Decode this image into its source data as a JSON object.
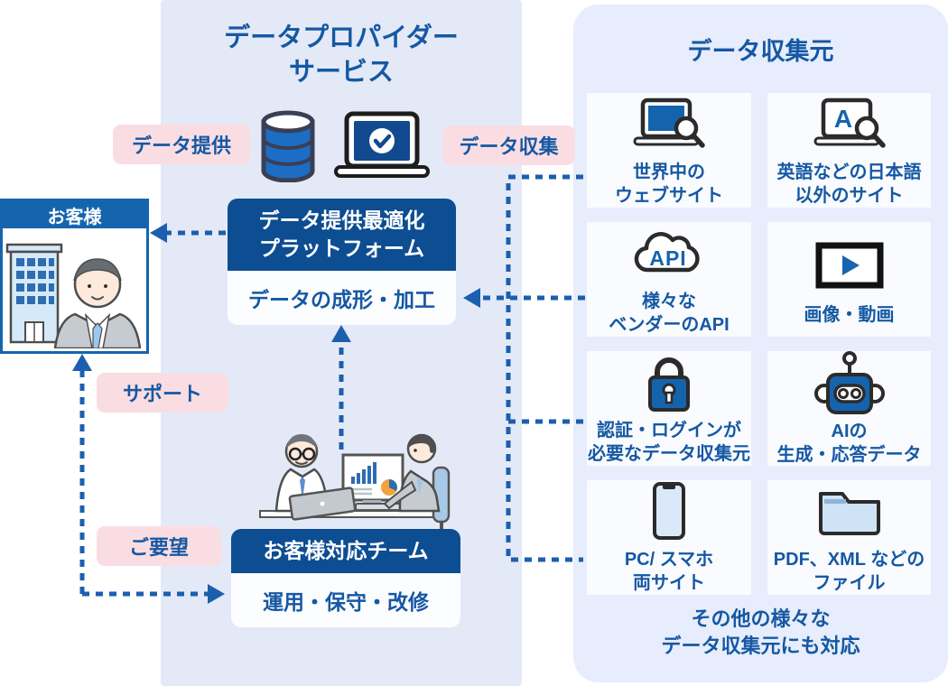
{
  "customer": {
    "title": "お客様"
  },
  "provider": {
    "title_line1": "データプロパイダー",
    "title_line2": "サービス",
    "label_provide": "データ提供",
    "label_collect": "データ収集",
    "label_support": "サポート",
    "label_request": "ご要望",
    "platform_header_line1": "データ提供最適化",
    "platform_header_line2": "プラットフォーム",
    "platform_body": "データの成形・加工",
    "team_header": "お客様対応チーム",
    "team_body": "運用・保守・改修"
  },
  "sources": {
    "title": "データ収集元",
    "tiles": [
      {
        "icon": "global-website-search-icon",
        "line1": "世界中の",
        "line2": "ウェブサイト"
      },
      {
        "icon": "foreign-language-site-icon",
        "line1": "英語などの日本語",
        "line2": "以外のサイト"
      },
      {
        "icon": "api-cloud-icon",
        "line1": "様々な",
        "line2": "ベンダーのAPI"
      },
      {
        "icon": "video-play-icon",
        "line1": "画像・動画",
        "line2": ""
      },
      {
        "icon": "lock-icon",
        "line1": "認証・ログインが",
        "line2": "必要なデータ収集元"
      },
      {
        "icon": "robot-icon",
        "line1": "AIの",
        "line2": "生成・応答データ"
      },
      {
        "icon": "smartphone-icon",
        "line1": "PC/ スマホ",
        "line2": "両サイト"
      },
      {
        "icon": "folder-icon",
        "line1": "PDF、XML などの",
        "line2": "ファイル"
      }
    ],
    "footer_line1": "その他の様々な",
    "footer_line2": "データ収集元にも対応"
  },
  "colors": {
    "accent_text_blue": "#1558a3",
    "box_header_blue": "#0d4d92",
    "customer_bar_blue": "#1565ae",
    "arrow_blue": "#1b5fae",
    "pink_label_bg": "#fadde3",
    "provider_panel_bg": "#e4e9f7",
    "sources_panel_bg": "#e7edfc",
    "tile_bg": "#f9fbfe",
    "icon_fill_blue": "#1464ad"
  }
}
